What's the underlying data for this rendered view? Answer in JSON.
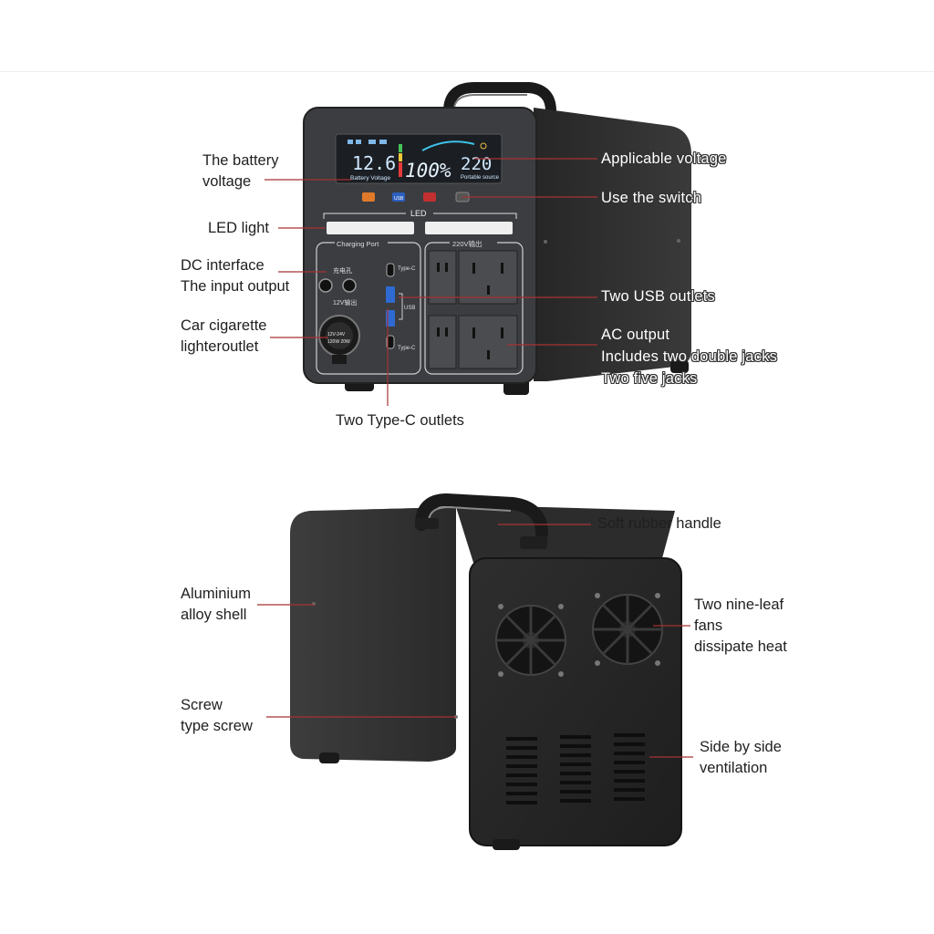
{
  "front_view": {
    "display": {
      "battery_value": "12.6",
      "battery_caption": "Battery Voltage",
      "percent_value": "100%",
      "voltage_value": "220",
      "voltage_caption": "Portable source"
    },
    "panel_text": {
      "led_strip": "LED",
      "charging_port": "Charging Port",
      "ac_section": "220V输出",
      "dc_hole": "充电孔",
      "car_socket": "12V输出",
      "typec_top": "Type-C",
      "typec_bottom": "Type-C",
      "usb": "USB",
      "usb_btn": "USB",
      "lighter_line1": "12V-24V",
      "lighter_line2": "120W 20W"
    },
    "callouts": {
      "battery_voltage": [
        "The battery",
        "voltage"
      ],
      "led_light": [
        "LED light"
      ],
      "dc_interface": [
        "DC interface",
        "The input output"
      ],
      "car_lighter": [
        "Car cigarette",
        "lighteroutlet"
      ],
      "type_c": [
        "Two Type-C outlets"
      ],
      "applicable_voltage": [
        "Applicable voltage"
      ],
      "switch": [
        "Use the switch"
      ],
      "usb_outlets": [
        "Two USB outlets"
      ],
      "ac_output": [
        "AC output",
        "Includes two double jacks",
        "Two five jacks"
      ]
    }
  },
  "rear_view": {
    "callouts": {
      "shell": [
        "Aluminium",
        "alloy shell"
      ],
      "screw": [
        "Screw",
        "type screw"
      ],
      "handle": [
        "Soft rubber handle"
      ],
      "fans": [
        "Two nine-leaf",
        "fans",
        "dissipate heat"
      ],
      "vent": [
        "Side by side",
        "ventilation"
      ]
    }
  },
  "colors": {
    "pointer": "#a83232",
    "body_dark": "#2b2b2b",
    "panel": "#3a3c40",
    "display_bg": "#1c1f24",
    "led_strip": "#eeeeee",
    "pointer_white": "#ffffff"
  }
}
